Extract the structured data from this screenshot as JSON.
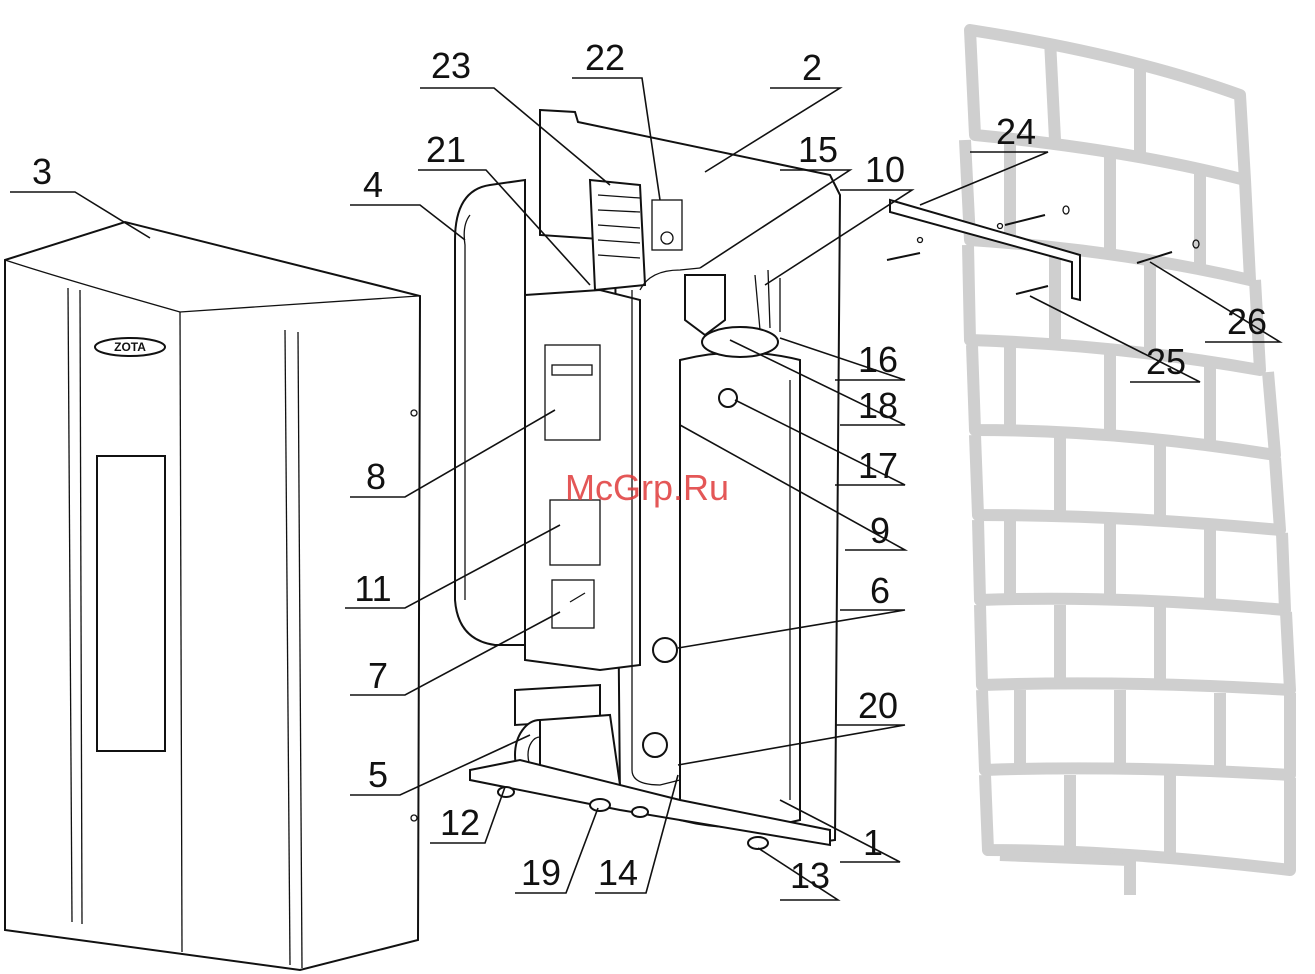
{
  "watermark": "McGrp.Ru",
  "logo": "ZOTA",
  "callouts": [
    {
      "id": "3",
      "label": "3"
    },
    {
      "id": "4",
      "label": "4"
    },
    {
      "id": "21",
      "label": "21"
    },
    {
      "id": "23",
      "label": "23"
    },
    {
      "id": "22",
      "label": "22"
    },
    {
      "id": "2",
      "label": "2"
    },
    {
      "id": "15",
      "label": "15"
    },
    {
      "id": "10",
      "label": "10"
    },
    {
      "id": "24",
      "label": "24"
    },
    {
      "id": "26",
      "label": "26"
    },
    {
      "id": "25",
      "label": "25"
    },
    {
      "id": "16",
      "label": "16"
    },
    {
      "id": "18",
      "label": "18"
    },
    {
      "id": "17",
      "label": "17"
    },
    {
      "id": "9",
      "label": "9"
    },
    {
      "id": "6",
      "label": "6"
    },
    {
      "id": "20",
      "label": "20"
    },
    {
      "id": "8",
      "label": "8"
    },
    {
      "id": "11",
      "label": "11"
    },
    {
      "id": "7",
      "label": "7"
    },
    {
      "id": "5",
      "label": "5"
    },
    {
      "id": "12",
      "label": "12"
    },
    {
      "id": "19",
      "label": "19"
    },
    {
      "id": "14",
      "label": "14"
    },
    {
      "id": "13",
      "label": "13"
    },
    {
      "id": "1",
      "label": "1"
    }
  ]
}
